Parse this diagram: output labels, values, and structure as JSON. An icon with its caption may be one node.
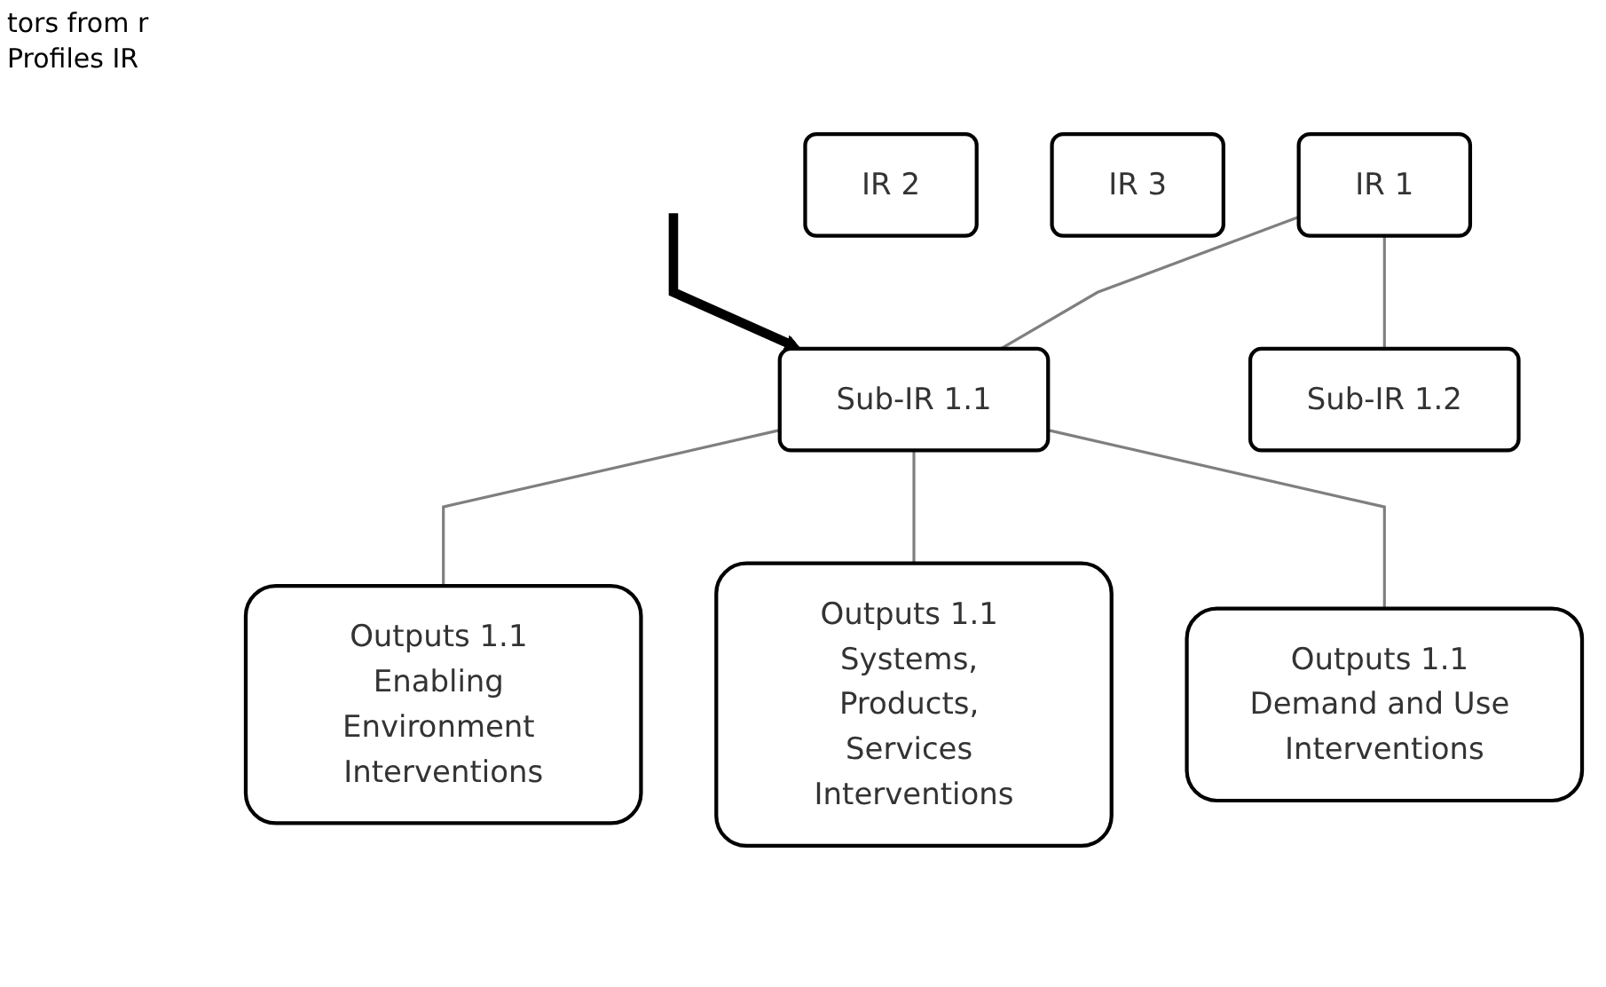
{
  "diagram": {
    "nodes": [
      {
        "text": [
          "IR 1"
        ]
      },
      {
        "text": [
          "IR 2"
        ]
      },
      {
        "text": [
          "IR 3"
        ]
      },
      {
        "text": [
          "Sub-IR 1.1"
        ]
      },
      {
        "text": [
          "Sub-IR 1.2"
        ]
      },
      {
        "text": [
          "Outputs 1.1 Enabling Environment Interventions"
        ]
      },
      {
        "text": [
          "Outputs 1.1 Systems, Products, Services Interventions"
        ]
      },
      {
        "text": [
          "Outputs 1.1 Demand and Use Interventions"
        ]
      }
    ],
    "edges": [
      {
        "from": 0,
        "to": 3,
        "arrow": "none"
      },
      {
        "from": 0,
        "to": 4,
        "arrow": "none"
      },
      {
        "from": 3,
        "to": 5,
        "arrow": "none"
      },
      {
        "from": 3,
        "to": 6,
        "arrow": "none"
      },
      {
        "from": 3,
        "to": 7,
        "arrow": "none"
      },
      {
        "from": null,
        "to": 3,
        "arrow": "to",
        "style": "thick",
        "color": "#000000"
      }
    ],
    "labels": [
      "tors from r Profiles IR"
    ]
  }
}
